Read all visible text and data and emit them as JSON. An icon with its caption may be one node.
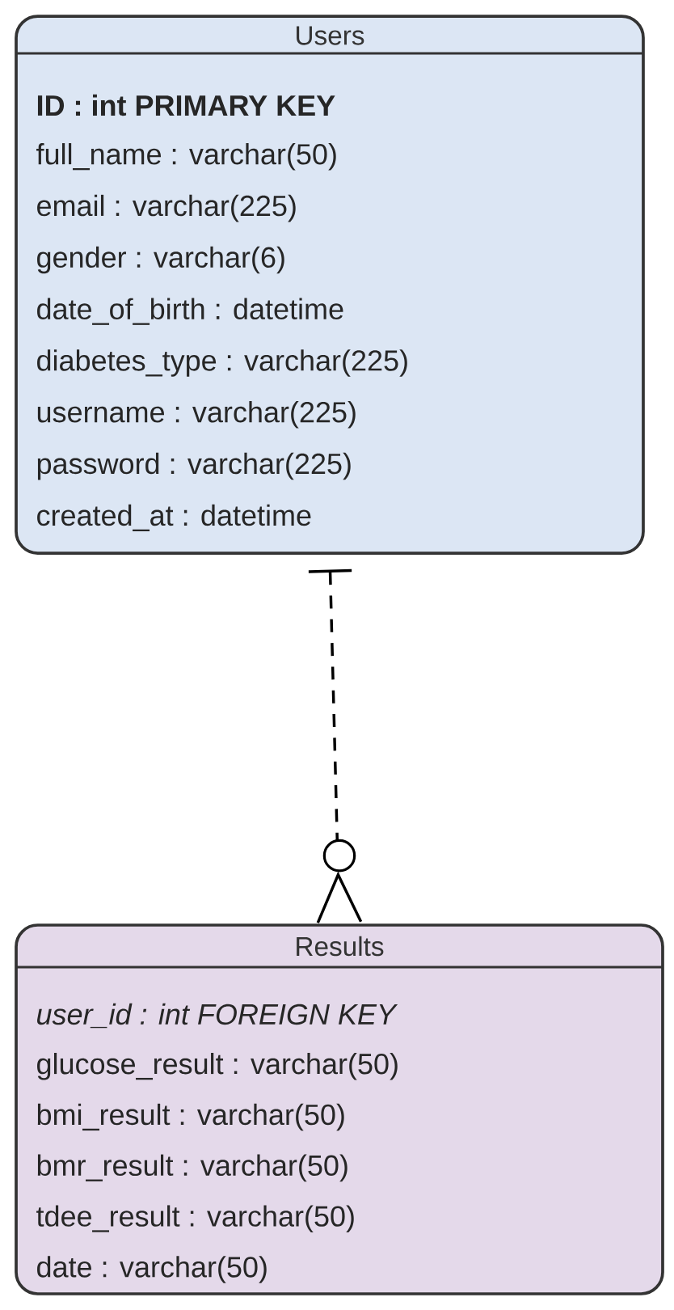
{
  "diagram": {
    "nodes": [
      {
        "text": [
          "Users",
          "ID : int PRIMARY KEY",
          "full_name : varchar(50)",
          "email : varchar(225)",
          "gender : varchar(6)",
          "date_of_birth : datetime",
          "diabetes_type : varchar(225)",
          "username : varchar(225)",
          "password : varchar(225)",
          "created_at : datetime"
        ]
      },
      {
        "text": [
          "Results",
          "user_id : int FOREIGN KEY",
          "glucose_result : varchar(50)",
          "bmi_result : varchar(50)",
          "bmr_result : varchar(50)",
          "tdee_result : varchar(50)",
          "date : varchar(50)"
        ]
      }
    ],
    "edges": [
      {
        "from": 0,
        "to": 1,
        "arrow": "other",
        "style": "dashed"
      }
    ]
  }
}
